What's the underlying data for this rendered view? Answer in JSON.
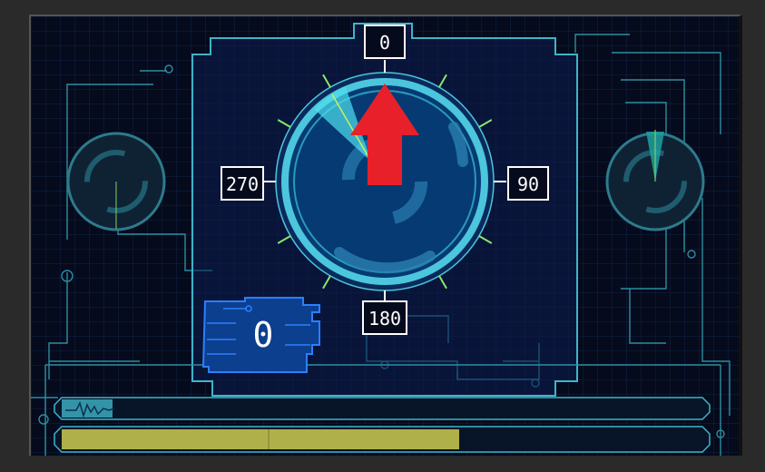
{
  "heading": {
    "north_label": "0",
    "east_label": "90",
    "south_label": "180",
    "west_label": "270",
    "current_value": "0"
  },
  "colors": {
    "background": "#050b1c",
    "circuit_line": "#3fb4c8",
    "panel_fill": "#0c1e52",
    "dial_ring": "#4cc6dc",
    "dial_fill": "#063a73",
    "tick": "#86e86a",
    "pointer_arrow": "#e8202a",
    "sweep": "#4fe0f0",
    "readout_box": "#0d3f8f",
    "power_bar": "#b0b04a"
  },
  "icons": {
    "heading_pointer": "red-up-arrow-icon",
    "signal_waveform": "waveform-icon"
  },
  "status": {
    "signal_level": 0.08,
    "power_level": 0.62
  }
}
